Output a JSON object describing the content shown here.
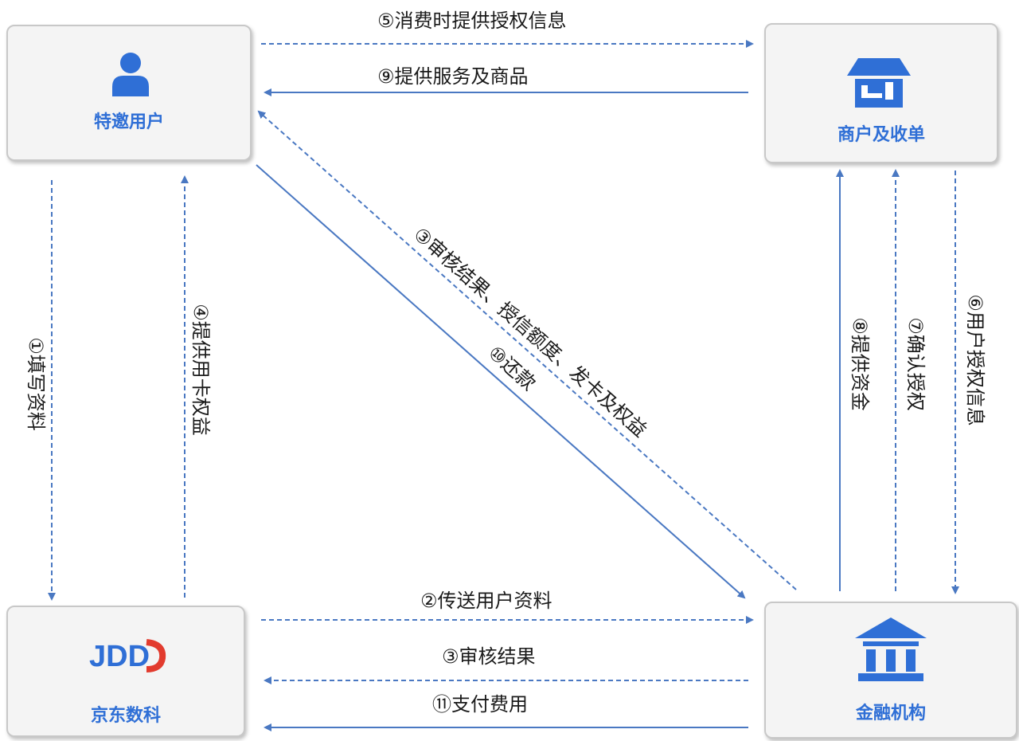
{
  "nodes": {
    "user": {
      "label": "特邀用户",
      "icon": "user-icon"
    },
    "merchant": {
      "label": "商户及收单",
      "icon": "store-icon"
    },
    "jd": {
      "label": "京东数科",
      "icon": "jdd-logo-icon",
      "logo_text": "JDD"
    },
    "bank": {
      "label": "金融机构",
      "icon": "bank-icon"
    }
  },
  "flows": {
    "f1": "①填写资料",
    "f2": "②传送用户资料",
    "f3a": "③审核结果",
    "f3b": "③审核结果、授信额度、发卡及权益",
    "f4": "④提供用卡权益",
    "f5": "⑤消费时提供授权信息",
    "f6": "⑥用户授权信息",
    "f7": "⑦确认授权",
    "f8": "⑧提供资金",
    "f9": "⑨提供服务及商品",
    "f10": "⑩还款",
    "f11": "⑪支付费用"
  },
  "colors": {
    "arrow": "#4a78c2",
    "accent": "#2f6fd6",
    "logo_red": "#e23b2e"
  }
}
